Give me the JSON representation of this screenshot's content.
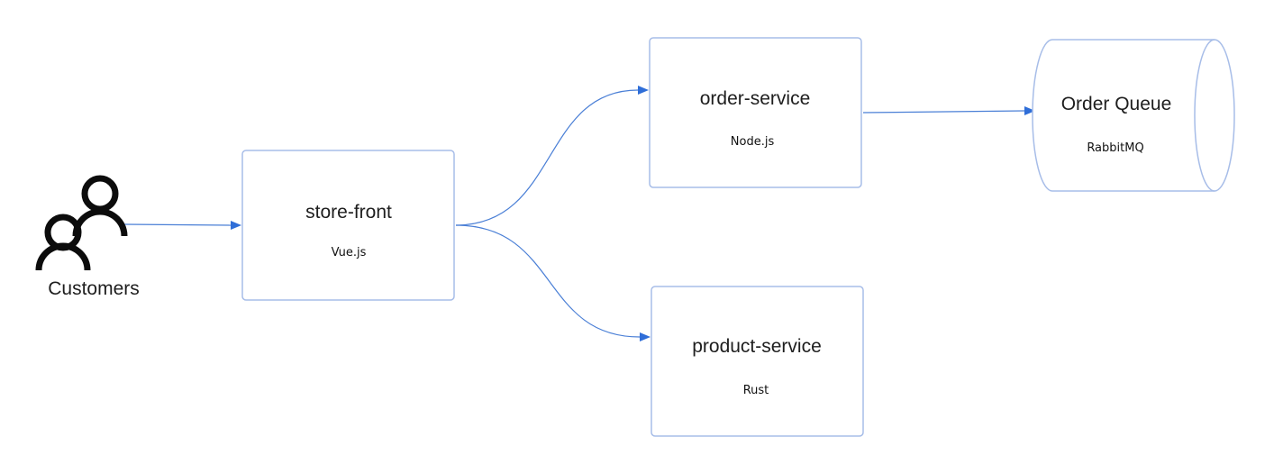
{
  "actor": {
    "label": "Customers",
    "icon": "users-icon"
  },
  "nodes": {
    "store_front": {
      "title": "store-front",
      "subtitle": "Vue.js"
    },
    "order_service": {
      "title": "order-service",
      "subtitle": "Node.js"
    },
    "product_service": {
      "title": "product-service",
      "subtitle": "Rust"
    },
    "order_queue": {
      "title": "Order Queue",
      "subtitle": "RabbitMQ",
      "shape": "cylinder"
    }
  },
  "edges": [
    {
      "from": "Customers",
      "to": "store-front"
    },
    {
      "from": "store-front",
      "to": "order-service"
    },
    {
      "from": "store-front",
      "to": "product-service"
    },
    {
      "from": "order-service",
      "to": "Order Queue"
    }
  ],
  "colors": {
    "edge": "#4a7fd6",
    "box_border": "#a7bde8",
    "text": "#1e1e1e"
  }
}
